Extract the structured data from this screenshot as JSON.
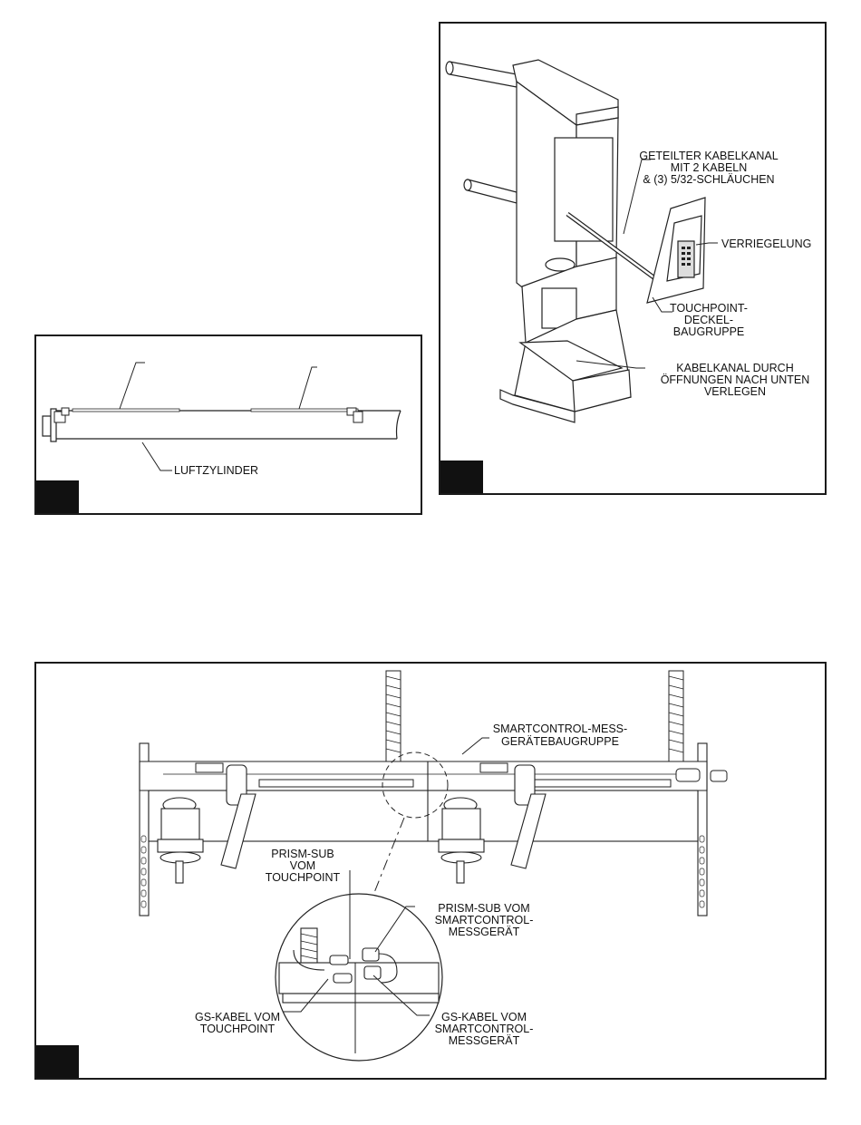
{
  "figures": {
    "air_cylinder": {
      "label_air_cylinder": "LUFTZYLINDER"
    },
    "touchpoint": {
      "label_split_channel": [
        "GETEILTER KABELKANAL",
        "MIT 2 KABELN",
        "& (3) 5/32-SCHLÄUCHEN"
      ],
      "label_lock": "VERRIEGELUNG",
      "label_cover_assembly": [
        "TOUCHPOINT-",
        "DECKEL-",
        "BAUGRUPPE"
      ],
      "label_route_down": [
        "KABELKANAL DURCH",
        "ÖFFNUNGEN NACH UNTEN",
        "VERLEGEN"
      ]
    },
    "smartcontrol": {
      "label_assembly": [
        "SMARTCONTROL-MESS-",
        "GERÄTEBAUGRUPPE"
      ],
      "label_prism_touchpoint": [
        "PRISM-SUB",
        "VOM",
        "TOUCHPOINT"
      ],
      "label_prism_smartcontrol": [
        "PRISM-SUB VOM",
        "SMARTCONTROL-",
        "MESSGERÄT"
      ],
      "label_gs_touchpoint": [
        "GS-KABEL VOM",
        "TOUCHPOINT"
      ],
      "label_gs_smartcontrol": [
        "GS-KABEL VOM",
        "SMARTCONTROL-",
        "MESSGERÄT"
      ]
    }
  }
}
